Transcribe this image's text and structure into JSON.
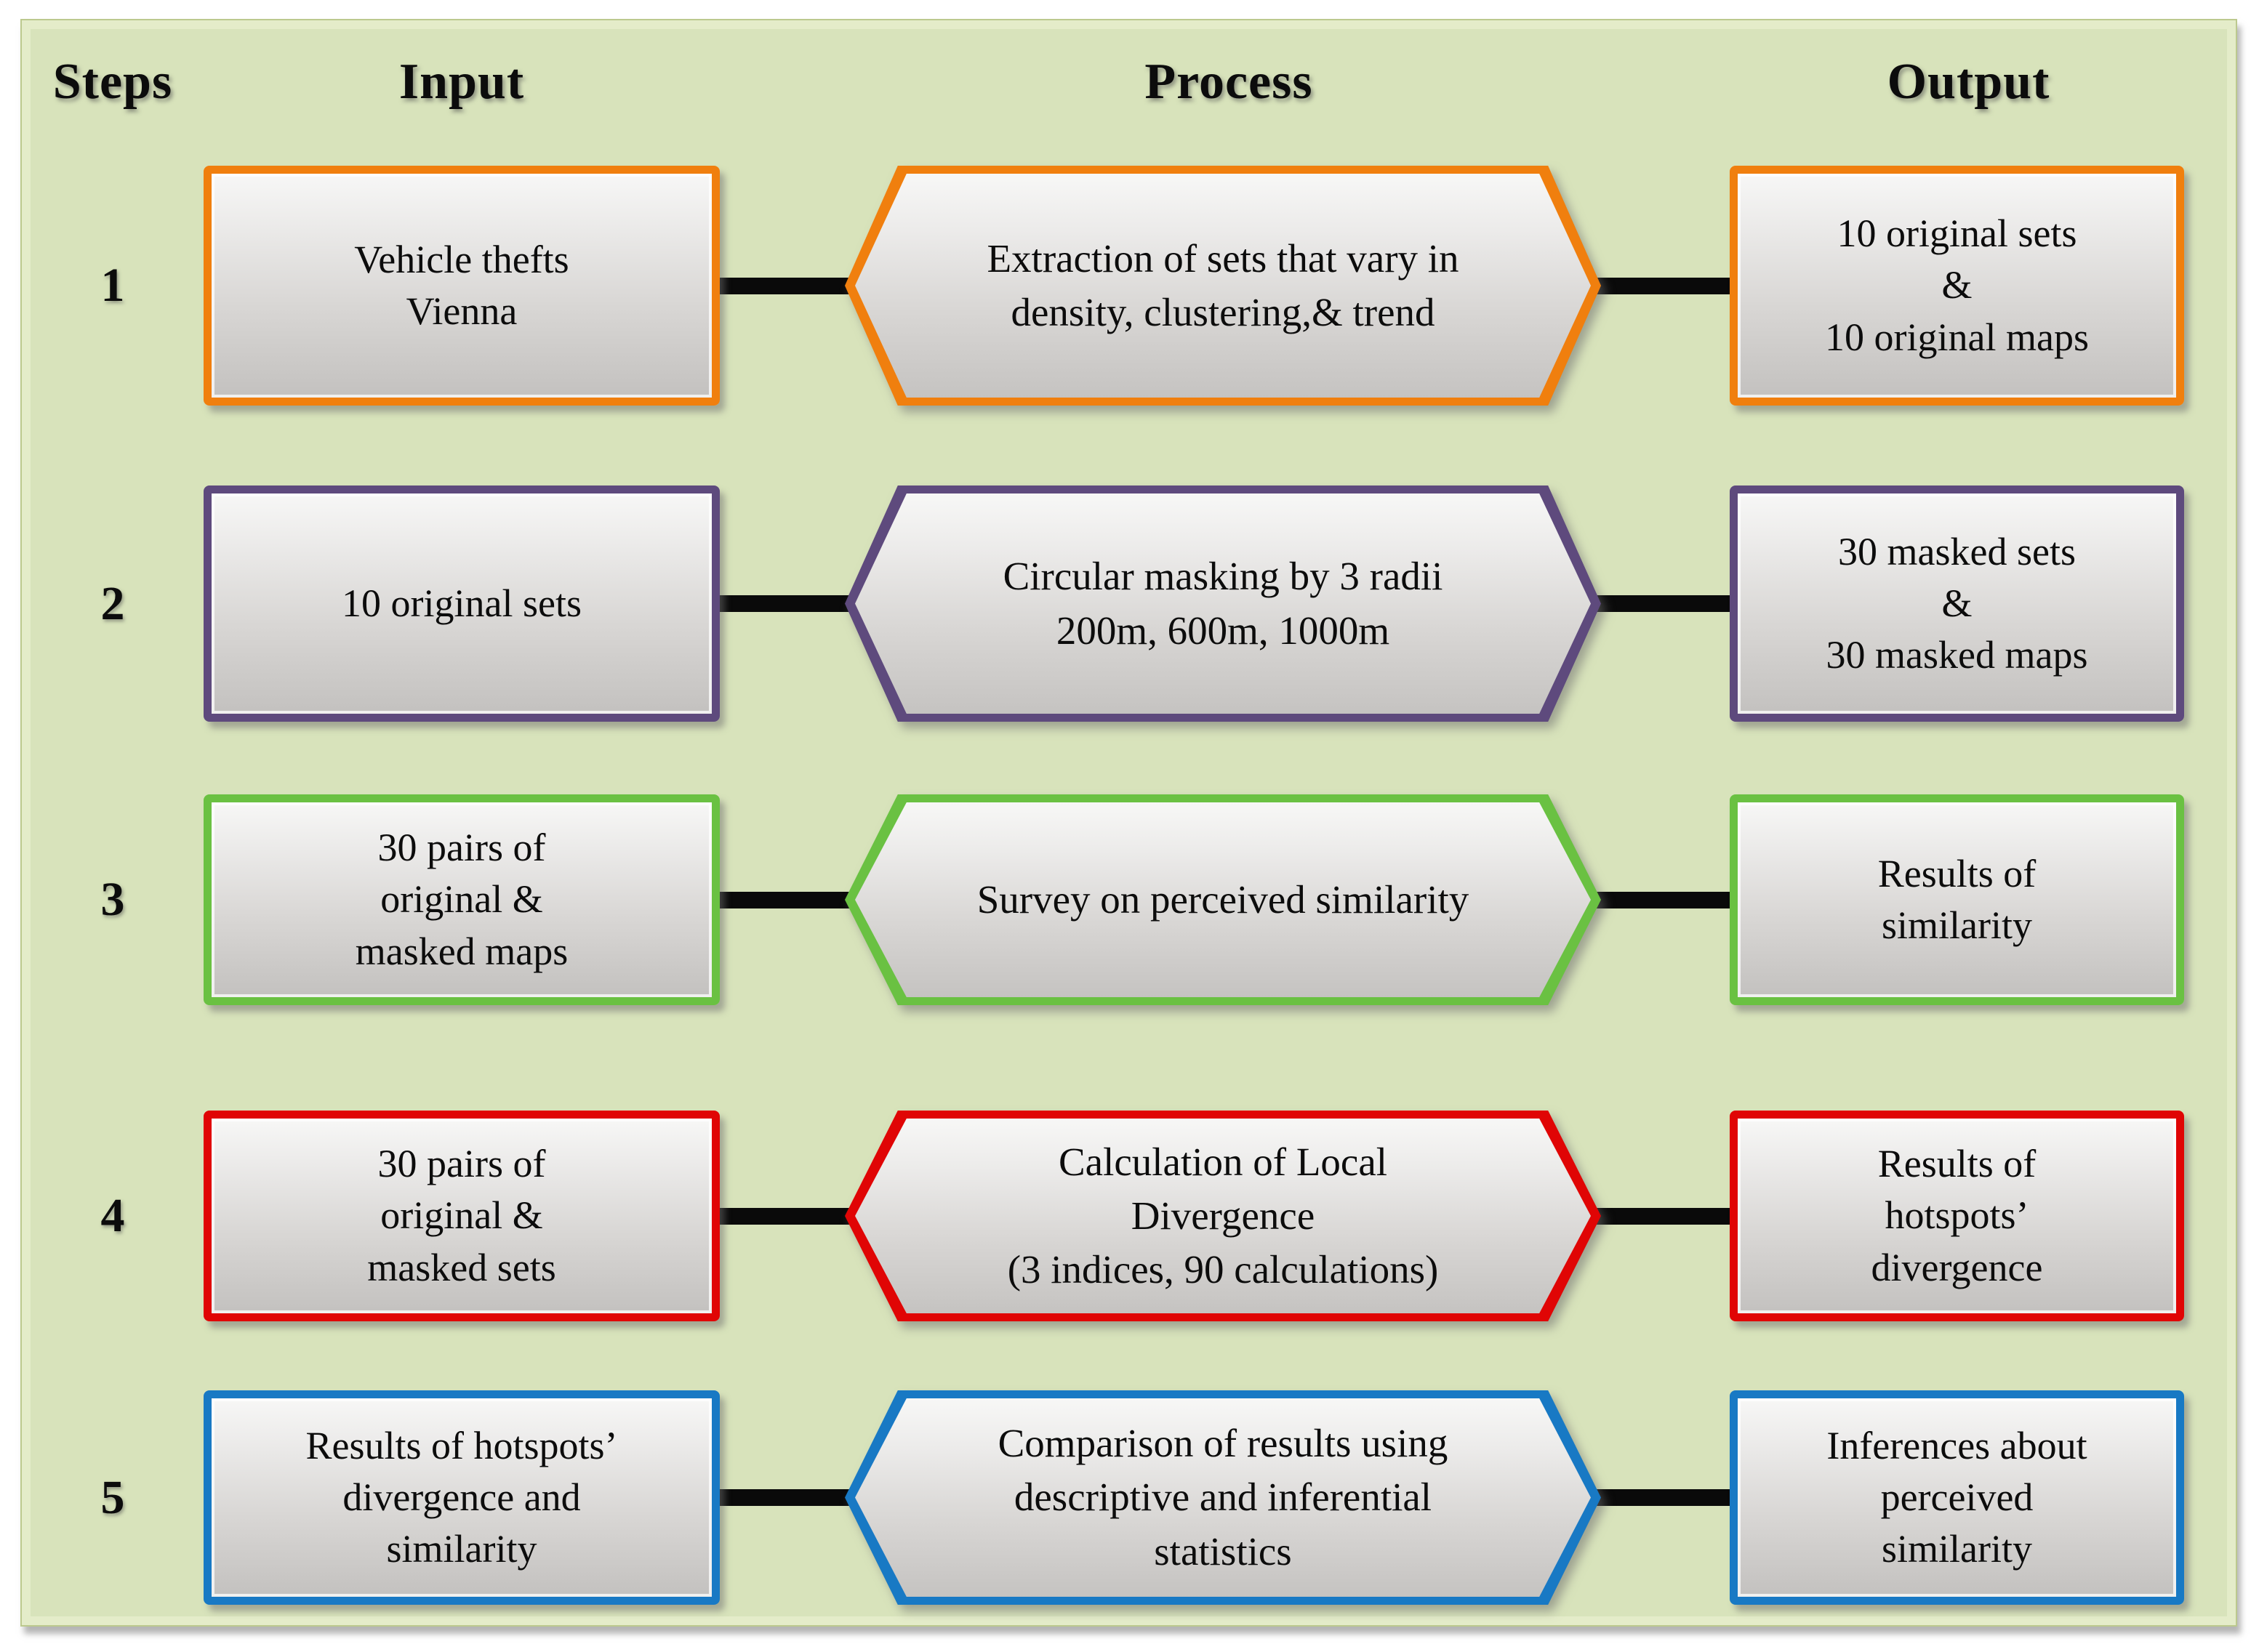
{
  "page": {
    "background": "#ffffff",
    "panel_background": "#d8e3bb",
    "node_fill_top": "#f7f7f6",
    "node_fill_bottom": "#c3c1bf",
    "connector_color": "#0a0a0a"
  },
  "header": {
    "steps": "Steps",
    "input": "Input",
    "process": "Process",
    "output": "Output"
  },
  "rows": [
    {
      "step": "1",
      "accent": "#F07F0E",
      "input": "Vehicle thefts\nVienna",
      "process": "Extraction of sets that vary in\ndensity, clustering,& trend",
      "output": "10 original sets\n&\n10 original maps"
    },
    {
      "step": "2",
      "accent": "#5E4A7D",
      "input": "10 original sets",
      "process": "Circular masking by 3 radii\n200m, 600m, 1000m",
      "output": "30 masked sets\n&\n30 masked maps"
    },
    {
      "step": "3",
      "accent": "#6AC142",
      "input": "30 pairs of\noriginal &\nmasked maps",
      "process": "Survey on perceived similarity",
      "output": "Results of\nsimilarity"
    },
    {
      "step": "4",
      "accent": "#E00505",
      "input": "30 pairs of\noriginal &\nmasked sets",
      "process": "Calculation of Local\nDivergence\n(3 indices, 90 calculations)",
      "output": "Results of\nhotspots’\ndivergence"
    },
    {
      "step": "5",
      "accent": "#1879C4",
      "input": "Results of hotspots’\ndivergence and\nsimilarity",
      "process": "Comparison of results using\ndescriptive and inferential\nstatistics",
      "output": "Inferences about\nperceived\nsimilarity"
    }
  ]
}
